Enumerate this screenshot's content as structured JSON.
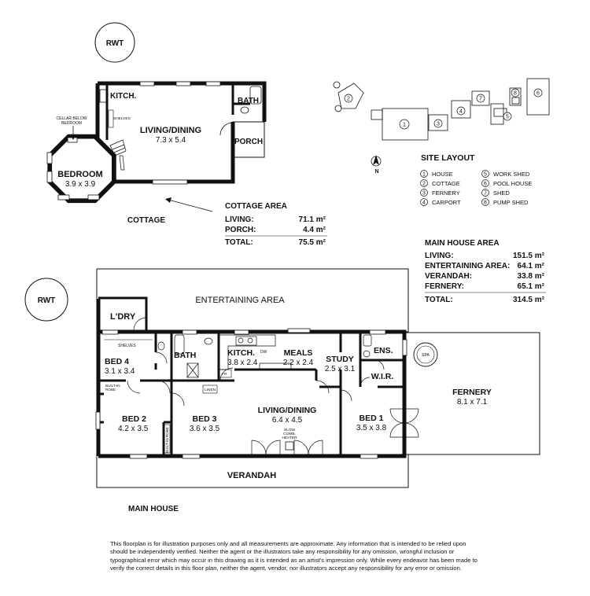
{
  "rwt_label": "RWT",
  "cottage": {
    "rooms": {
      "kitch": "KITCH.",
      "shelves": "SHELVES",
      "bath": "BATH",
      "living_name": "LIVING/DINING",
      "living_dim": "7.3 x 5.4",
      "porch": "PORCH",
      "bedroom_name": "BEDROOM",
      "bedroom_dim": "3.9 x 3.9",
      "cellar_line1": "CELLAR BELOW",
      "cellar_line2": "BEDROOM"
    },
    "caption": "COTTAGE",
    "area": {
      "title": "COTTAGE AREA",
      "rows": [
        {
          "label": "LIVING:",
          "value": "71.1 m²"
        },
        {
          "label": "PORCH:",
          "value": "4.4 m²"
        }
      ],
      "total": {
        "label": "TOTAL:",
        "value": "75.5 m²"
      }
    }
  },
  "site": {
    "title": "SITE LAYOUT",
    "legend": [
      {
        "num": "1",
        "label": "HOUSE"
      },
      {
        "num": "2",
        "label": "COTTAGE"
      },
      {
        "num": "3",
        "label": "FERNERY"
      },
      {
        "num": "4",
        "label": "CARPORT"
      },
      {
        "num": "5",
        "label": "WORK SHED"
      },
      {
        "num": "6",
        "label": "POOL HOUSE"
      },
      {
        "num": "7",
        "label": "SHED"
      },
      {
        "num": "8",
        "label": "PUMP SHED"
      }
    ],
    "north": "N"
  },
  "main_area": {
    "title": "MAIN HOUSE AREA",
    "rows": [
      {
        "label": "LIVING:",
        "value": "151.5 m²"
      },
      {
        "label": "ENTERTAINING AREA:",
        "value": "64.1 m²"
      },
      {
        "label": "VERANDAH:",
        "value": "33.8 m²"
      },
      {
        "label": "FERNERY:",
        "value": "65.1 m²"
      }
    ],
    "total": {
      "label": "TOTAL:",
      "value": "314.5 m²"
    }
  },
  "main_house": {
    "entertaining": "ENTERTAINING AREA",
    "ldry": "L'DRY",
    "shelves": "SHELVES",
    "bed4_name": "BED 4",
    "bed4_dim": "3.1 x 3.4",
    "bath": "BATH",
    "kitch_name": "KITCH.",
    "kitch_dim": "3.8 x 2.4",
    "dw": "DW",
    "meals_name": "MEALS",
    "meals_dim": "2.2 x 2.4",
    "study_name": "STUDY",
    "study_dim": "2.5 x 3.1",
    "ens": "ENS.",
    "wir": "W.I.R.",
    "spa": "SPA",
    "linen": "LINEN",
    "fr": "FR",
    "robe_line1": "BUILT-IN",
    "robe_line2": "ROBE",
    "bir_vertical": "BUILT-IN ROBE",
    "bed2_name": "BED 2",
    "bed2_dim": "4.2 x 3.5",
    "bed3_name": "BED 3",
    "bed3_dim": "3.6 x 3.5",
    "living_name": "LIVING/DINING",
    "living_dim": "6.4 x 4.5",
    "heater_line1": "SLOW",
    "heater_line2": "COMB.",
    "heater_line3": "HEATER",
    "bed1_name": "BED 1",
    "bed1_dim": "3.5 x 3.8",
    "fernery_name": "FERNERY",
    "fernery_dim": "8.1 x 7.1",
    "verandah": "VERANDAH",
    "caption": "MAIN HOUSE"
  },
  "disclaimer": "This floorplan is for illustration purposes only and all measurements are approximate. Any information that is intended to be relied upon should be independently verified. Neither the agent or the illustrators take any responsibility for any omission, wrongful inclusion or typographical error which may occur in this drawing as it is intended as an artist's impression only. While every endeavor has been made to verify the correct details in this floor plan, neither the agent, vendor, nor illustrators accept any responsibility for any error or omission."
}
